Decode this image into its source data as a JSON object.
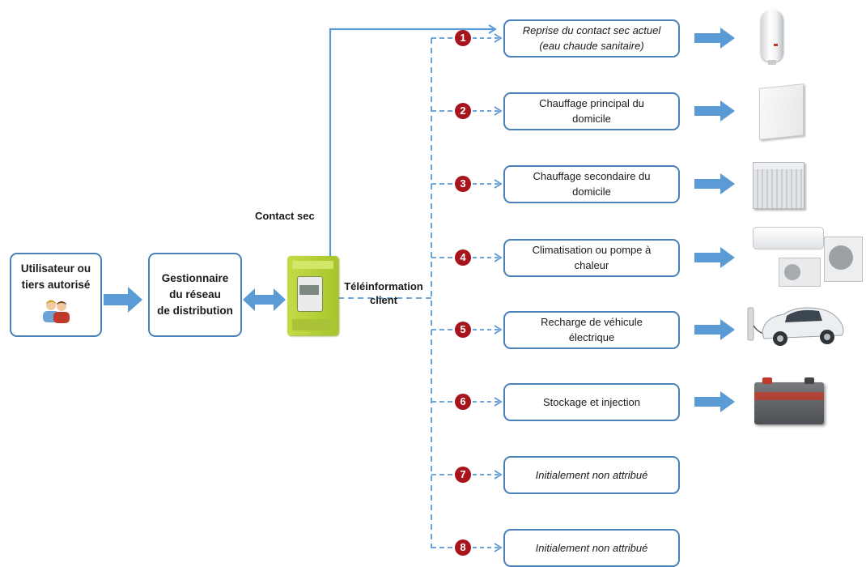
{
  "left_boxes": {
    "user": {
      "line1": "Utilisateur ou",
      "line2": "tiers autorisé"
    },
    "manager": {
      "line1": "Gestionnaire",
      "line2": "du réseau",
      "line3": "de distribution"
    }
  },
  "labels": {
    "dry_contact": "Contact sec",
    "teleinfo_line1": "Téléinformation",
    "teleinfo_line2": "client"
  },
  "outputs": [
    {
      "number": "1",
      "line1": "Reprise du contact sec actuel",
      "line2": "(eau chaude sanitaire)",
      "italic": true,
      "device": "water-heater-icon"
    },
    {
      "number": "2",
      "line1": "Chauffage principal du",
      "line2": "domicile",
      "italic": false,
      "device": "main-heater-icon"
    },
    {
      "number": "3",
      "line1": "Chauffage secondaire du",
      "line2": "domicile",
      "italic": false,
      "device": "secondary-heater-icon"
    },
    {
      "number": "4",
      "line1": "Climatisation ou pompe à",
      "line2": "chaleur",
      "italic": false,
      "device": "air-conditioner-icon"
    },
    {
      "number": "5",
      "line1": "Recharge de véhicule",
      "line2": "électrique",
      "italic": false,
      "device": "electric-car-icon"
    },
    {
      "number": "6",
      "line1": "Stockage et injection",
      "line2": "",
      "italic": false,
      "device": "battery-icon"
    },
    {
      "number": "7",
      "line1": "Initialement non attribué",
      "line2": "",
      "italic": true,
      "device": ""
    },
    {
      "number": "8",
      "line1": "Initialement non attribué",
      "line2": "",
      "italic": true,
      "device": ""
    }
  ],
  "colors": {
    "box_border": "#4a80b8",
    "arrow": "#5b9bd5",
    "badge": "#a8141c",
    "meter": "#b5d334"
  }
}
